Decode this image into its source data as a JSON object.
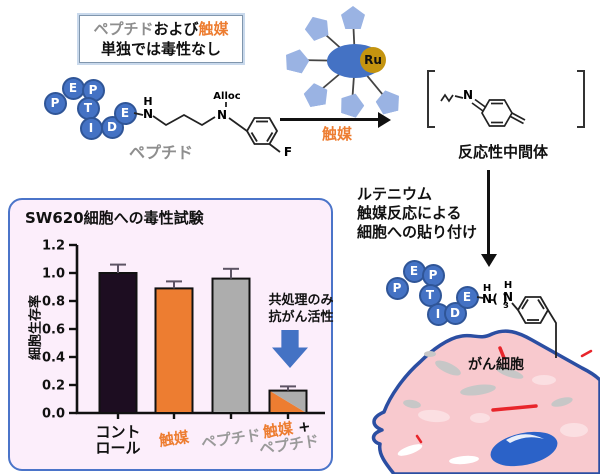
{
  "colors": {
    "orange": "#ED7D31",
    "gray_label": "#9a9a9a",
    "circle_blue": "#4472C4",
    "pentagon_blue": "#9AB3E3",
    "gold": "#C4940F",
    "panel_bg": "#FCEEFB",
    "panel_border": "#4B74C9",
    "cell_fill": "#F8C9CE",
    "membrane_blue": "#2B4EA2",
    "nucleus_blue": "#2B62C8",
    "red": "#E8252B"
  },
  "top_note": {
    "line1_peptide": "ペプチド",
    "line1_and": "および",
    "line1_catalyst": "触媒",
    "line2": "単独では毒性なし"
  },
  "peptide": {
    "letters": [
      "P",
      "E",
      "P",
      "T",
      "I",
      "D",
      "E"
    ],
    "label": "ペプチド"
  },
  "atoms": {
    "h": "H",
    "n": "N",
    "alloc": "Alloc",
    "f": "F",
    "paren": "( )",
    "sub": "3"
  },
  "catalyst": {
    "ru": "Ru",
    "label": "触媒"
  },
  "intermediate": {
    "label": "反応性中間体"
  },
  "attach_text": {
    "lines": [
      "ルテニウム",
      "触媒反応による",
      "細胞への貼り付け"
    ]
  },
  "cell": {
    "label": "がん細胞"
  },
  "chart_data": {
    "type": "bar",
    "title": "SW620細胞への毒性試験",
    "ylabel": "細胞生存率",
    "xlabel": "",
    "ylim": [
      0,
      1.2
    ],
    "yticks": [
      0.0,
      0.2,
      0.4,
      0.6,
      0.8,
      1.0,
      1.2
    ],
    "grid": false,
    "categories": [
      {
        "lines": [
          [
            {
              "text": "コント",
              "color": "#111111"
            }
          ],
          [
            {
              "text": "ロール",
              "color": "#111111"
            }
          ]
        ]
      },
      {
        "lines": [
          [
            {
              "text": "触媒",
              "color": "#ED7D31"
            }
          ]
        ]
      },
      {
        "lines": [
          [
            {
              "text": "ペプチド",
              "color": "#9a9a9a"
            }
          ]
        ]
      },
      {
        "lines": [
          [
            {
              "text": "触媒",
              "color": "#ED7D31"
            },
            {
              "text": " +",
              "color": "#111111"
            }
          ],
          [
            {
              "text": "ペプチド",
              "color": "#9a9a9a"
            }
          ]
        ]
      }
    ],
    "values": [
      1.0,
      0.89,
      0.96,
      0.16
    ],
    "errors": [
      0.06,
      0.05,
      0.07,
      0.03
    ],
    "bar_colors": [
      "#1D0D21",
      "#ED7D31",
      "#ADADAD",
      "split"
    ],
    "split_colors": [
      "#ED7D31",
      "#ADADAD"
    ],
    "annotation": {
      "lines": [
        "共処理のみ",
        "抗がん活性"
      ]
    }
  }
}
